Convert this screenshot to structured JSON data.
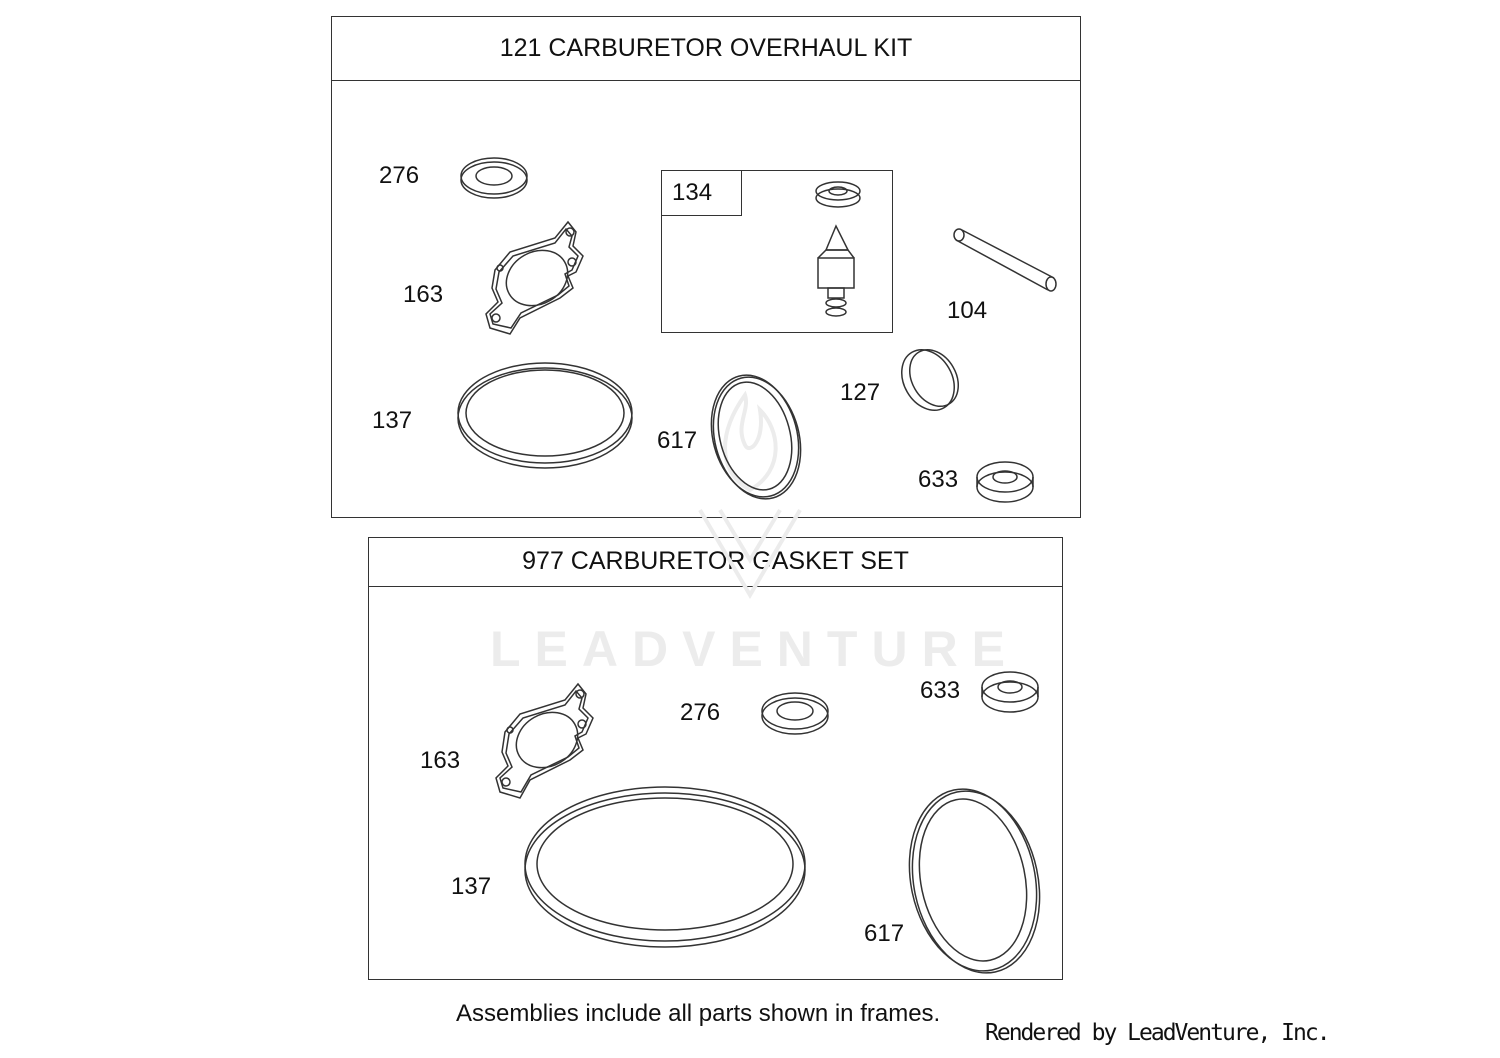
{
  "kit": {
    "title": "121 CARBURETOR OVERHAUL KIT",
    "labels": {
      "p276": "276",
      "p163": "163",
      "p134": "134",
      "p104": "104",
      "p137": "137",
      "p617": "617",
      "p127": "127",
      "p633": "633"
    }
  },
  "gasket_set": {
    "title": "977 CARBURETOR GASKET SET",
    "labels": {
      "p633": "633",
      "p276": "276",
      "p163": "163",
      "p137": "137",
      "p617": "617"
    }
  },
  "watermark": "LEADVENTURE",
  "footnote": "Assemblies include all parts shown in frames.",
  "credit": "Rendered by LeadVenture, Inc."
}
